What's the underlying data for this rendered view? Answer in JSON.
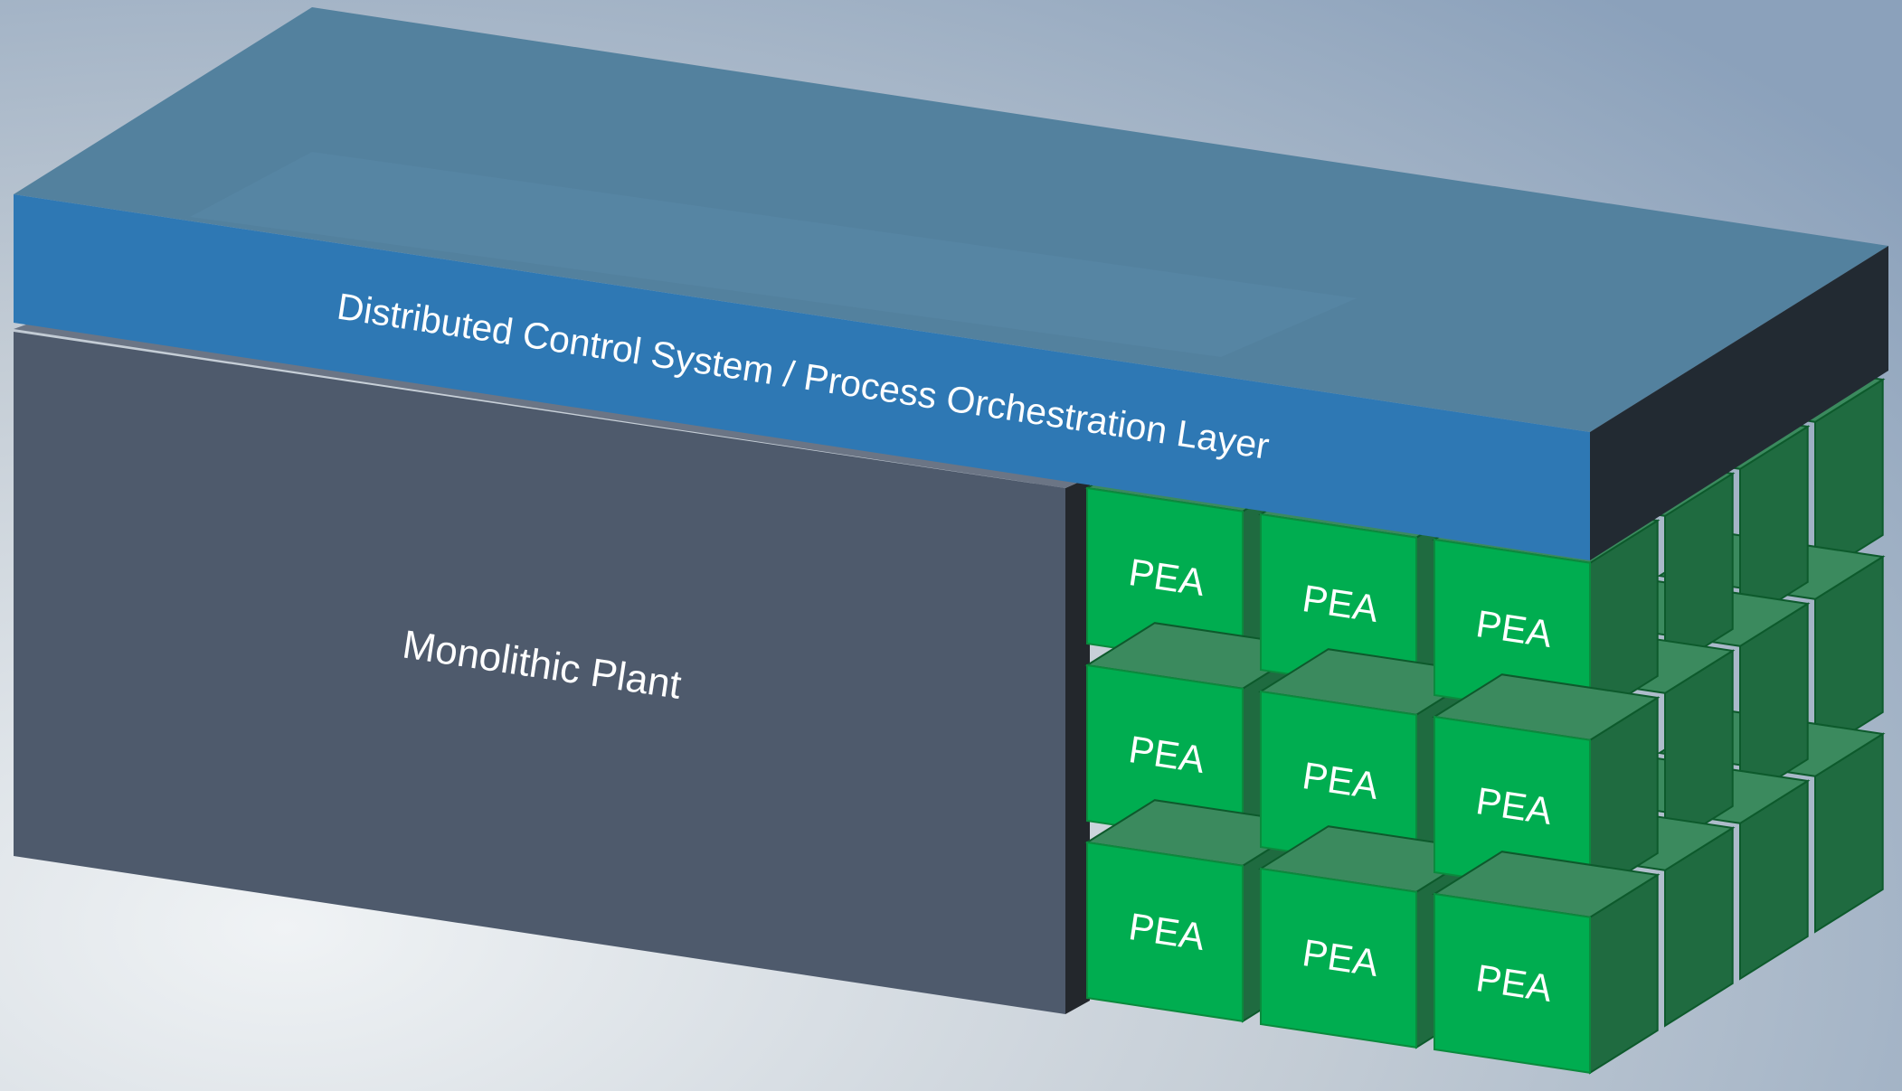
{
  "diagram": {
    "top_layer_label": "Distributed Control System / Process Orchestration Layer",
    "monolithic_label": "Monolithic Plant",
    "module_label": "PEA",
    "module_grid": {
      "rows": 3,
      "front_columns": 3,
      "depth_columns": 4
    }
  },
  "colors": {
    "background_light": "#f0f3f5",
    "background_dark": "#8ba1bb",
    "layer_front": "#2e78b4",
    "layer_top": "#53819e",
    "layer_side": "#222a32",
    "monolithic_front": "#4e5a6c",
    "module_front": "#00ad50",
    "module_top": "#3b8a5e",
    "module_side": "#1f6b40",
    "label_text": "#ffffff"
  }
}
